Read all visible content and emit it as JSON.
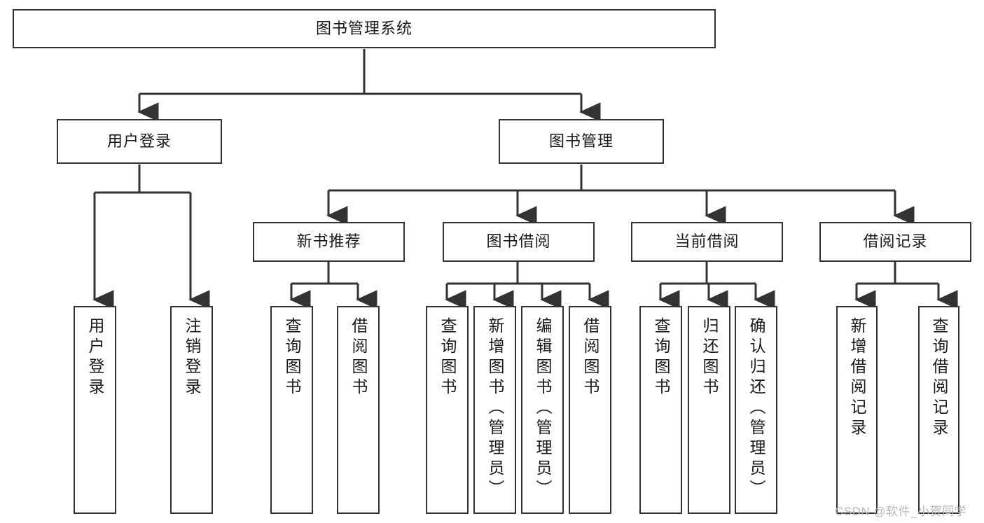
{
  "diagram": {
    "title": "图书管理系统",
    "type": "tree-hierarchy-diagram",
    "stroke_color": "#333333",
    "fill_color": "#ffffff",
    "text_color": "#1a1a1a"
  },
  "nodes": {
    "root": {
      "label": "图书管理系统",
      "level": 1
    },
    "l2": [
      {
        "id": "user-login",
        "label": "用户登录",
        "level": 2
      },
      {
        "id": "book-manage",
        "label": "图书管理",
        "level": 2
      }
    ],
    "l3": [
      {
        "id": "new-book-recommend",
        "label": "新书推荐",
        "level": 3,
        "parent": "book-manage"
      },
      {
        "id": "book-borrow",
        "label": "图书借阅",
        "level": 3,
        "parent": "book-manage"
      },
      {
        "id": "current-borrow",
        "label": "当前借阅",
        "level": 3,
        "parent": "book-manage"
      },
      {
        "id": "borrow-record",
        "label": "借阅记录",
        "level": 3,
        "parent": "book-manage"
      }
    ],
    "leaves": [
      {
        "id": "leaf-user-login",
        "label": "用户登录",
        "parent": "user-login"
      },
      {
        "id": "leaf-logout-login",
        "label": "注销登录",
        "parent": "user-login"
      },
      {
        "id": "leaf-query-book-1",
        "label": "查询图书",
        "parent": "new-book-recommend"
      },
      {
        "id": "leaf-borrow-book-1",
        "label": "借阅图书",
        "parent": "new-book-recommend"
      },
      {
        "id": "leaf-query-book-2",
        "label": "查询图书",
        "parent": "book-borrow"
      },
      {
        "id": "leaf-add-book",
        "label": "新增图书（管理员）",
        "parent": "book-borrow"
      },
      {
        "id": "leaf-edit-book",
        "label": "编辑图书（管理员）",
        "parent": "book-borrow"
      },
      {
        "id": "leaf-borrow-book-2",
        "label": "借阅图书",
        "parent": "book-borrow"
      },
      {
        "id": "leaf-query-book-3",
        "label": "查询图书",
        "parent": "current-borrow"
      },
      {
        "id": "leaf-return-book",
        "label": "归还图书",
        "parent": "current-borrow"
      },
      {
        "id": "leaf-confirm-return",
        "label": "确认归还（管理员）",
        "parent": "current-borrow"
      },
      {
        "id": "leaf-add-record",
        "label": "新增借阅记录",
        "parent": "borrow-record"
      },
      {
        "id": "leaf-query-record",
        "label": "查询借阅记录",
        "parent": "borrow-record"
      }
    ]
  },
  "watermark": {
    "text": "CSDN @软件_小贺同学"
  }
}
